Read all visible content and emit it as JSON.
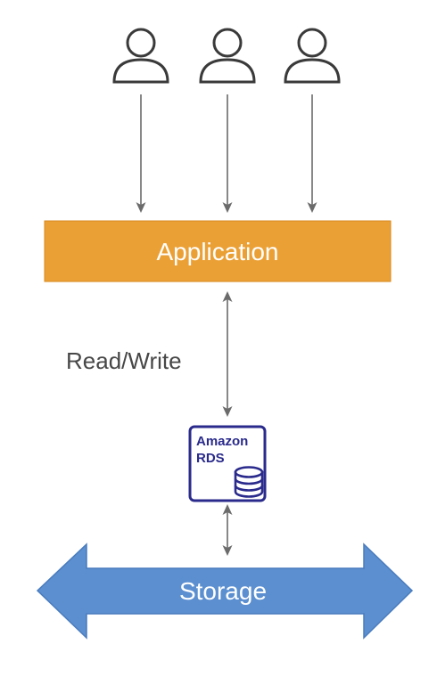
{
  "diagram": {
    "users": [
      {
        "icon": "user-icon"
      },
      {
        "icon": "user-icon"
      },
      {
        "icon": "user-icon"
      }
    ],
    "application": {
      "label": "Application",
      "color": "#eba035"
    },
    "connection": {
      "label": "Read/Write"
    },
    "rds": {
      "line1": "Amazon",
      "line2": "RDS",
      "icon": "database-icon",
      "color": "#2a2a8c"
    },
    "storage": {
      "label": "Storage",
      "color": "#5b8fd0"
    }
  }
}
